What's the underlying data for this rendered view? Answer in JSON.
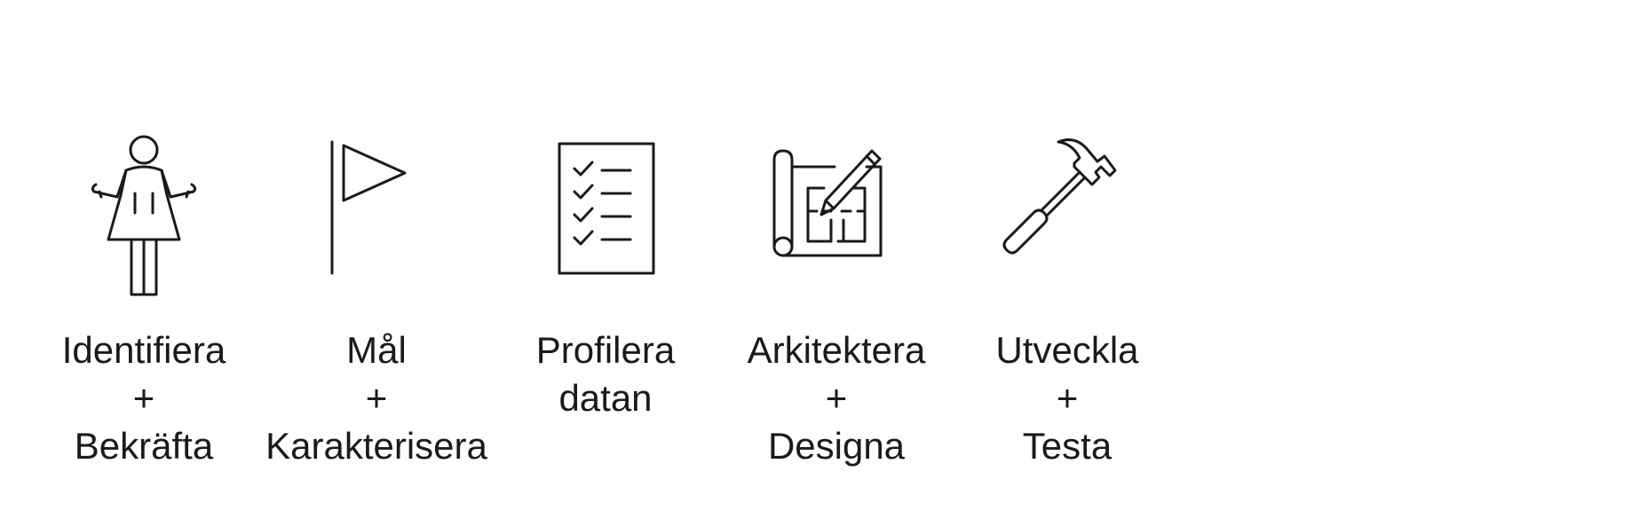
{
  "steps": [
    {
      "icon": "person-icon",
      "lines": [
        "Identifiera",
        "+",
        "Bekräfta"
      ]
    },
    {
      "icon": "flag-icon",
      "lines": [
        "Mål",
        "+",
        "Karakterisera"
      ]
    },
    {
      "icon": "checklist-icon",
      "lines": [
        "Profilera",
        "datan",
        ""
      ]
    },
    {
      "icon": "blueprint-pencil-icon",
      "lines": [
        "Arkitektera",
        "+",
        "Designa"
      ]
    },
    {
      "icon": "hammer-icon",
      "lines": [
        "Utveckla",
        "+",
        "Testa"
      ]
    }
  ],
  "colors": {
    "stroke": "#1a1a1a",
    "background": "#ffffff"
  }
}
